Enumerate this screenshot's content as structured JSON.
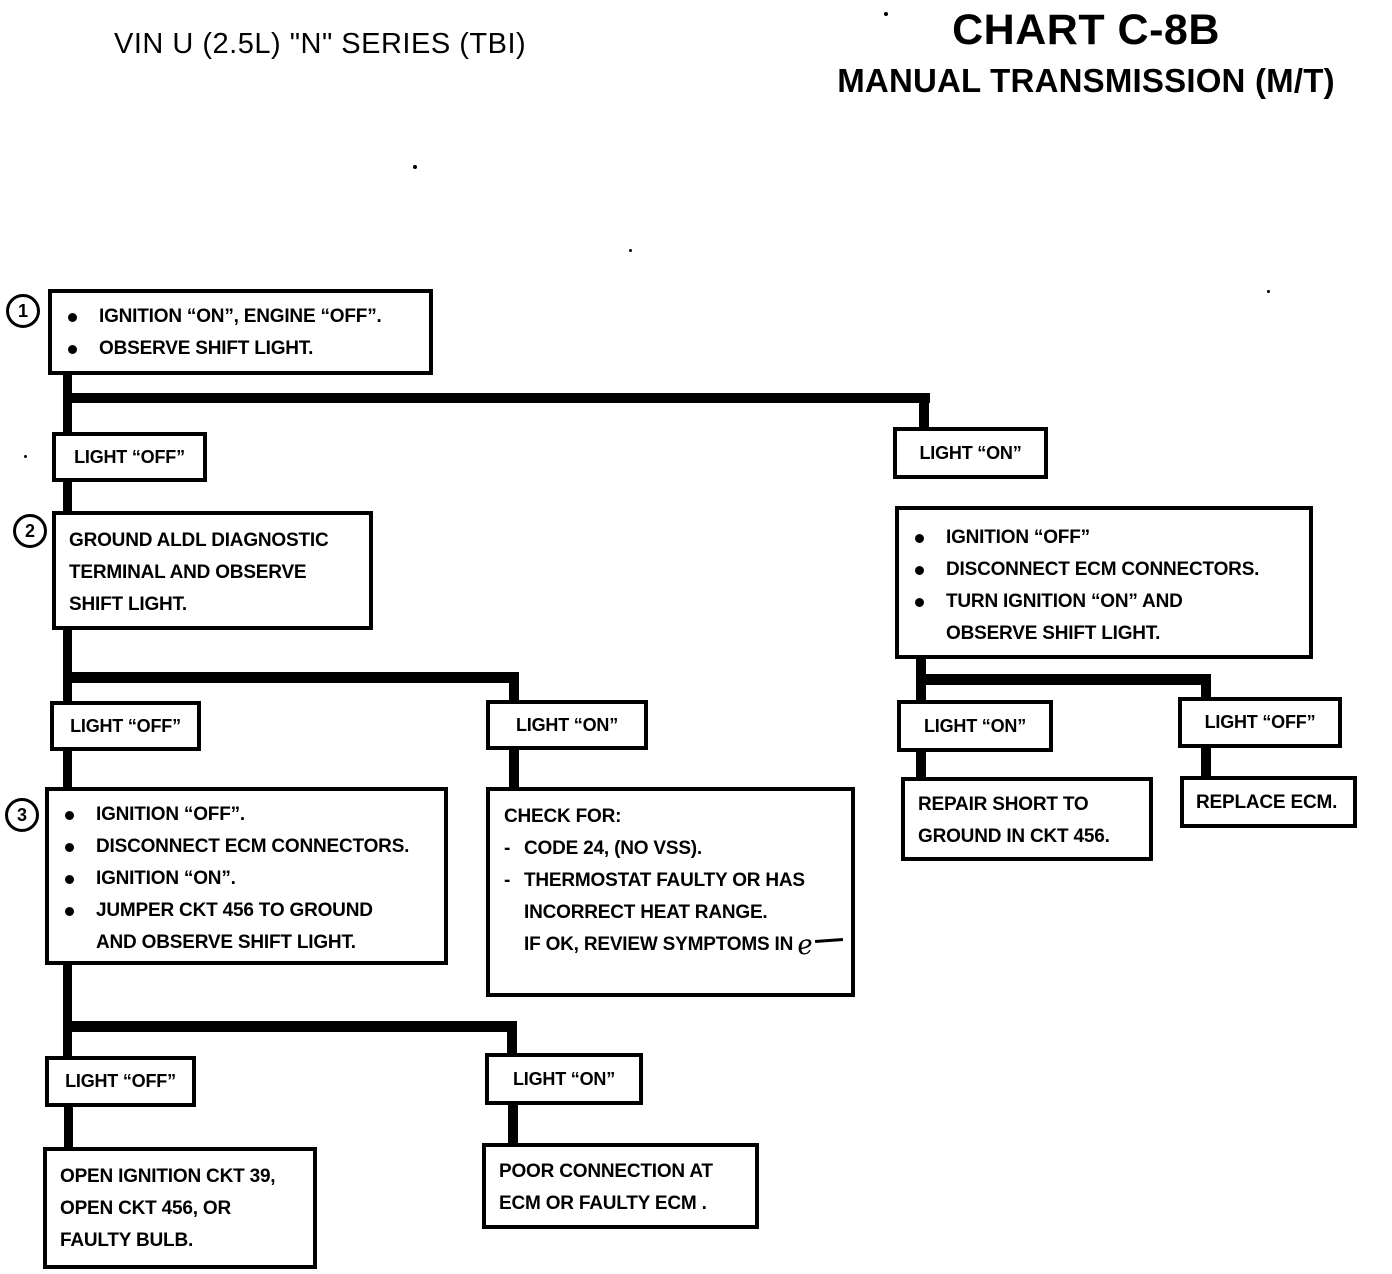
{
  "header": {
    "vin_series": "VIN U (2.5L) \"N\" SERIES (TBI)",
    "chart_title": "CHART C-8B",
    "chart_subtitle": "MANUAL TRANSMISSION (M/T)"
  },
  "badges": {
    "step1": "1",
    "step2": "2",
    "step3": "3"
  },
  "boxes": {
    "step1": {
      "bullets": [
        [
          "IGNITION “ON”, ENGINE “OFF”."
        ],
        [
          "OBSERVE SHIFT LIGHT."
        ]
      ]
    },
    "light_off_row1": "LIGHT “OFF”",
    "light_on_row1": "LIGHT “ON”",
    "step2": {
      "lines": [
        "GROUND ALDL DIAGNOSTIC",
        "TERMINAL AND OBSERVE",
        "SHIFT LIGHT."
      ]
    },
    "ecm_inspect": {
      "bullets": [
        [
          "IGNITION “OFF”"
        ],
        [
          "DISCONNECT ECM CONNECTORS."
        ],
        [
          "TURN IGNITION “ON” AND",
          "OBSERVE SHIFT LIGHT."
        ]
      ]
    },
    "light_off_row2": "LIGHT “OFF”",
    "light_on_row2": "LIGHT “ON”",
    "light_on_row2_right": "LIGHT “ON”",
    "light_off_row2_right": "LIGHT “OFF”",
    "step3": {
      "bullets": [
        [
          "IGNITION “OFF”."
        ],
        [
          "DISCONNECT ECM CONNECTORS."
        ],
        [
          "IGNITION “ON”."
        ],
        [
          "JUMPER CKT 456 TO GROUND",
          "AND OBSERVE SHIFT LIGHT."
        ]
      ]
    },
    "check_for": {
      "title": "CHECK FOR:",
      "dash": "-",
      "items": [
        [
          "CODE 24, (NO VSS)."
        ],
        [
          "THERMOSTAT FAULTY OR HAS",
          "INCORRECT HEAT RANGE."
        ]
      ],
      "footer": "IF OK, REVIEW SYMPTOMS IN",
      "handwritten_note": "e"
    },
    "repair_short": {
      "lines": [
        "REPAIR SHORT TO",
        "GROUND IN CKT 456."
      ]
    },
    "replace_ecm": {
      "lines": [
        "REPLACE ECM."
      ]
    },
    "light_off_row3": "LIGHT “OFF”",
    "light_on_row3": "LIGHT “ON”",
    "open_circuit": {
      "lines": [
        "OPEN IGNITION CKT 39,",
        "OPEN CKT 456, OR",
        "FAULTY BULB."
      ]
    },
    "poor_connection": {
      "lines": [
        "POOR CONNECTION AT",
        "ECM OR FAULTY ECM ."
      ]
    }
  }
}
